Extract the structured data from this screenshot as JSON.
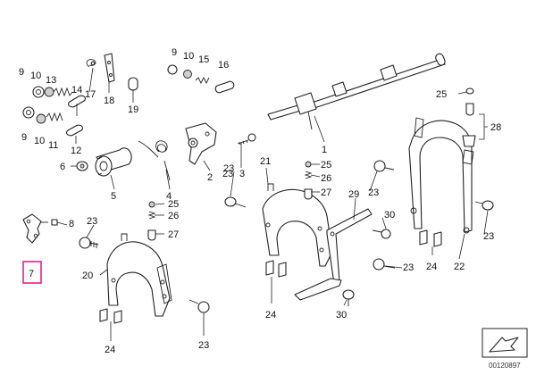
{
  "diagram": {
    "highlighted_part": "7",
    "highlight_color": "#e0218a",
    "reference_number": "00120897",
    "labels": {
      "l9a": "9",
      "l10a": "10",
      "l13": "13",
      "l14": "14",
      "l17": "17",
      "l18": "18",
      "l19": "19",
      "l9b": "9",
      "l10b": "10",
      "l11": "11",
      "l12": "12",
      "l9c": "9",
      "l10c": "10",
      "l15": "15",
      "l16": "16",
      "l6": "6",
      "l5": "5",
      "l4": "4",
      "l3": "3",
      "l2": "2",
      "l1": "1",
      "l23a": "23",
      "l25a": "25",
      "l26a": "26",
      "l27a": "27",
      "l7": "7",
      "l8": "8",
      "l23b": "23",
      "l20": "20",
      "l24a": "24",
      "l23c": "23",
      "l21": "21",
      "l25b": "25",
      "l26b": "26",
      "l27b": "27",
      "l23d": "23",
      "l24b": "24",
      "l29": "29",
      "l30a": "30",
      "l23e": "23",
      "l30b": "30",
      "l24c": "24",
      "l25c": "25",
      "l28": "28",
      "l23f": "23",
      "l23g": "23",
      "l22": "22",
      "l24d": "24"
    }
  }
}
